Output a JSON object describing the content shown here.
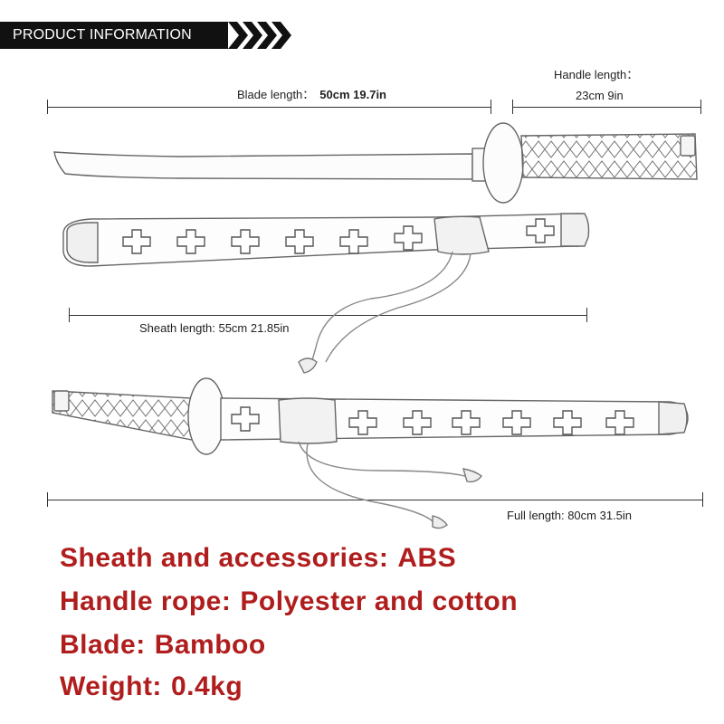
{
  "banner": {
    "title": "PRODUCT INFORMATION"
  },
  "dimensions": {
    "blade": {
      "label": "Blade length：",
      "value": "50cm 19.7in"
    },
    "handle": {
      "label": "Handle length：",
      "value": "23cm 9in"
    },
    "sheath": {
      "label": "Sheath length: 55cm 21.85in"
    },
    "full": {
      "label": "Full length: 80cm  31.5in"
    }
  },
  "specs": [
    {
      "label": "Sheath and accessories:",
      "value": "ABS"
    },
    {
      "label": "Handle rope:",
      "value": "Polyester and cotton"
    },
    {
      "label": "Blade:",
      "value": "Bamboo"
    },
    {
      "label": "Weight:",
      "value": "0.4kg"
    }
  ],
  "colors": {
    "spec_text": "#b01d1d",
    "banner_bg": "#111111",
    "line": "#333333"
  }
}
